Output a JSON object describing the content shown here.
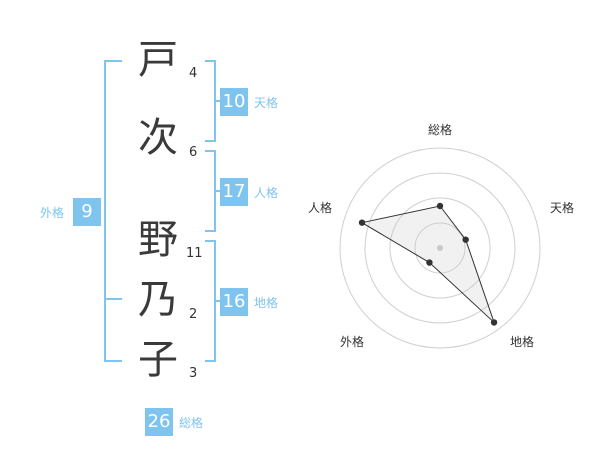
{
  "characters": [
    {
      "char": "戸",
      "strokes": "4"
    },
    {
      "char": "次",
      "strokes": "6"
    },
    {
      "char": "野",
      "strokes": "11"
    },
    {
      "char": "乃",
      "strokes": "2"
    },
    {
      "char": "子",
      "strokes": "3"
    }
  ],
  "grades": {
    "tenkaku": {
      "value": "10",
      "label": "天格"
    },
    "jinkaku": {
      "value": "17",
      "label": "人格"
    },
    "chikaku": {
      "value": "16",
      "label": "地格"
    },
    "gaikaku": {
      "value": "9",
      "label": "外格"
    },
    "soukaku": {
      "value": "26",
      "label": "総格"
    }
  },
  "chart_data": {
    "type": "radar",
    "axes": [
      "総格",
      "天格",
      "地格",
      "外格",
      "人格"
    ],
    "values": [
      26,
      10,
      16,
      9,
      17
    ],
    "max": 4,
    "rings": 4,
    "normalized": [
      0.42,
      0.27,
      0.92,
      0.18,
      0.82
    ]
  },
  "colors": {
    "accent": "#7fc4ee",
    "text": "#3a3a3a"
  }
}
